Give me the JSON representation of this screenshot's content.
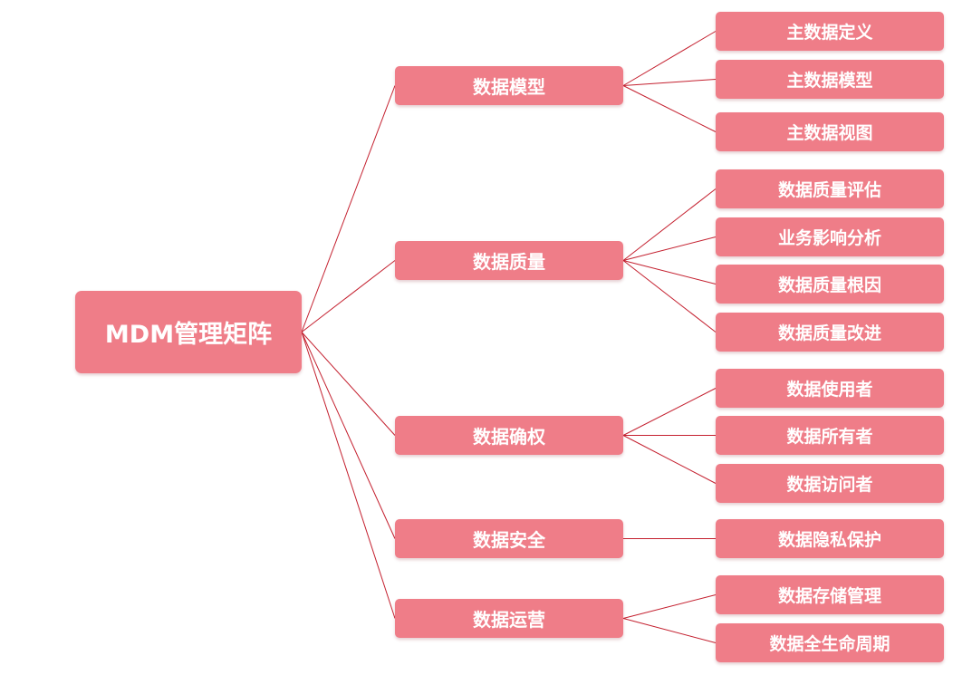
{
  "diagram": {
    "root": "MDM管理矩阵",
    "branches": [
      {
        "label": "数据模型",
        "children": [
          "主数据定义",
          "主数据模型",
          "主数据视图"
        ]
      },
      {
        "label": "数据质量",
        "children": [
          "数据质量评估",
          "业务影响分析",
          "数据质量根因",
          "数据质量改进"
        ]
      },
      {
        "label": "数据确权",
        "children": [
          "数据使用者",
          "数据所有者",
          "数据访问者"
        ]
      },
      {
        "label": "数据安全",
        "children": [
          "数据隐私保护"
        ]
      },
      {
        "label": "数据运营",
        "children": [
          "数据存储管理",
          "数据全生命周期"
        ]
      }
    ]
  },
  "colors": {
    "node_fill": "#ef7d88",
    "node_text": "#ffffff",
    "connector": "#c4202f",
    "background": "#ffffff"
  }
}
